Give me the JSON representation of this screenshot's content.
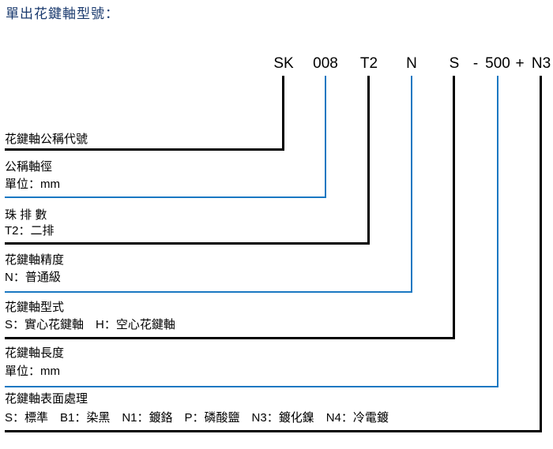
{
  "title": "單出花鍵軸型號：",
  "colors": {
    "line_blue": "#1a78c2",
    "line_black": "#000000",
    "title_navy": "#1a3a6e"
  },
  "model_code": {
    "full": "SK 008 T2 N S - 500 + N3",
    "segments": [
      "SK",
      "008",
      "T2",
      "N",
      "S",
      "-",
      "500",
      "+",
      "N3"
    ]
  },
  "rows": [
    {
      "label": "花鍵軸公稱代號",
      "sub": ""
    },
    {
      "label": "公稱軸徑",
      "sub": "單位：mm"
    },
    {
      "label": "珠 排 數",
      "sub": "T2：二排"
    },
    {
      "label": "花鍵軸精度",
      "sub": "N：普通級"
    },
    {
      "label": "花鍵軸型式",
      "sub": "S：實心花鍵軸　H：空心花鍵軸"
    },
    {
      "label": "花鍵軸長度",
      "sub": "單位：mm"
    },
    {
      "label": "花鍵軸表面處理",
      "sub": "S：標準　B1：染黑　N1：鍍鉻　P：磷酸鹽　N3：鍍化鎳　N4：冷電鍍"
    }
  ]
}
